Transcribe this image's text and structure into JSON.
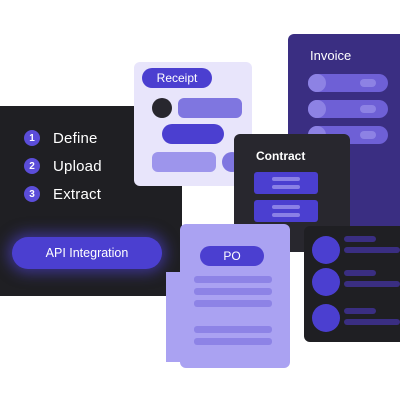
{
  "invoice": {
    "title": "Invoice"
  },
  "steps": [
    {
      "number": "1",
      "label": "Define"
    },
    {
      "number": "2",
      "label": "Upload"
    },
    {
      "number": "3",
      "label": "Extract"
    }
  ],
  "api_button": {
    "label": "API Integration"
  },
  "receipt": {
    "title": "Receipt"
  },
  "contract": {
    "title": "Contract"
  },
  "po": {
    "title": "PO"
  },
  "colors": {
    "accent": "#4b3fd0",
    "invoice_bg": "#3a2e82",
    "dark_panel": "#1f1f23",
    "receipt_bg": "#e8e5fb",
    "po_bg": "#aaa2f2"
  }
}
